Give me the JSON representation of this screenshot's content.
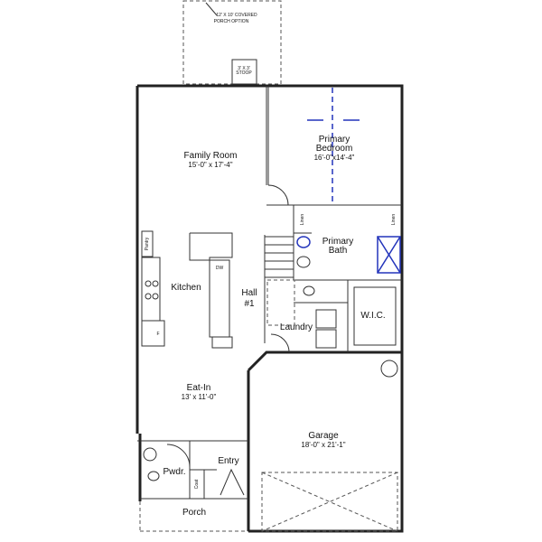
{
  "porch_option": {
    "line1": "12' X 10' COVERED",
    "line2": "PORCH OPTION"
  },
  "stoop": {
    "line1": "3' X 3'",
    "line2": "STOOP"
  },
  "rooms": {
    "family_room": {
      "name": "Family Room",
      "size": "15'-0\" x 17'-4\""
    },
    "primary_bedroom": {
      "name1": "Primary",
      "name2": "Bedroom",
      "size": "16'-0\"x14'-4\""
    },
    "primary_bath": {
      "name1": "Primary",
      "name2": "Bath"
    },
    "linen_left": "Linen",
    "linen_right": "Linen",
    "pantry": "Pantry",
    "kitchen": "Kitchen",
    "dw": "DW",
    "fridge": "F",
    "hall": {
      "line1": "Hall",
      "line2": "#1"
    },
    "laundry": "Laundry",
    "wic": "W.I.C.",
    "eat_in": {
      "name": "Eat-In",
      "size": "13' x 11'-0\""
    },
    "garage": {
      "name": "Garage",
      "size": "18'-0\" x 21'-1\""
    },
    "powder": "Pwdr.",
    "entry": "Entry",
    "coat": "Coat",
    "porch": "Porch"
  },
  "colors": {
    "walls": "#222222",
    "fixtures_blue": "#2233bb"
  }
}
